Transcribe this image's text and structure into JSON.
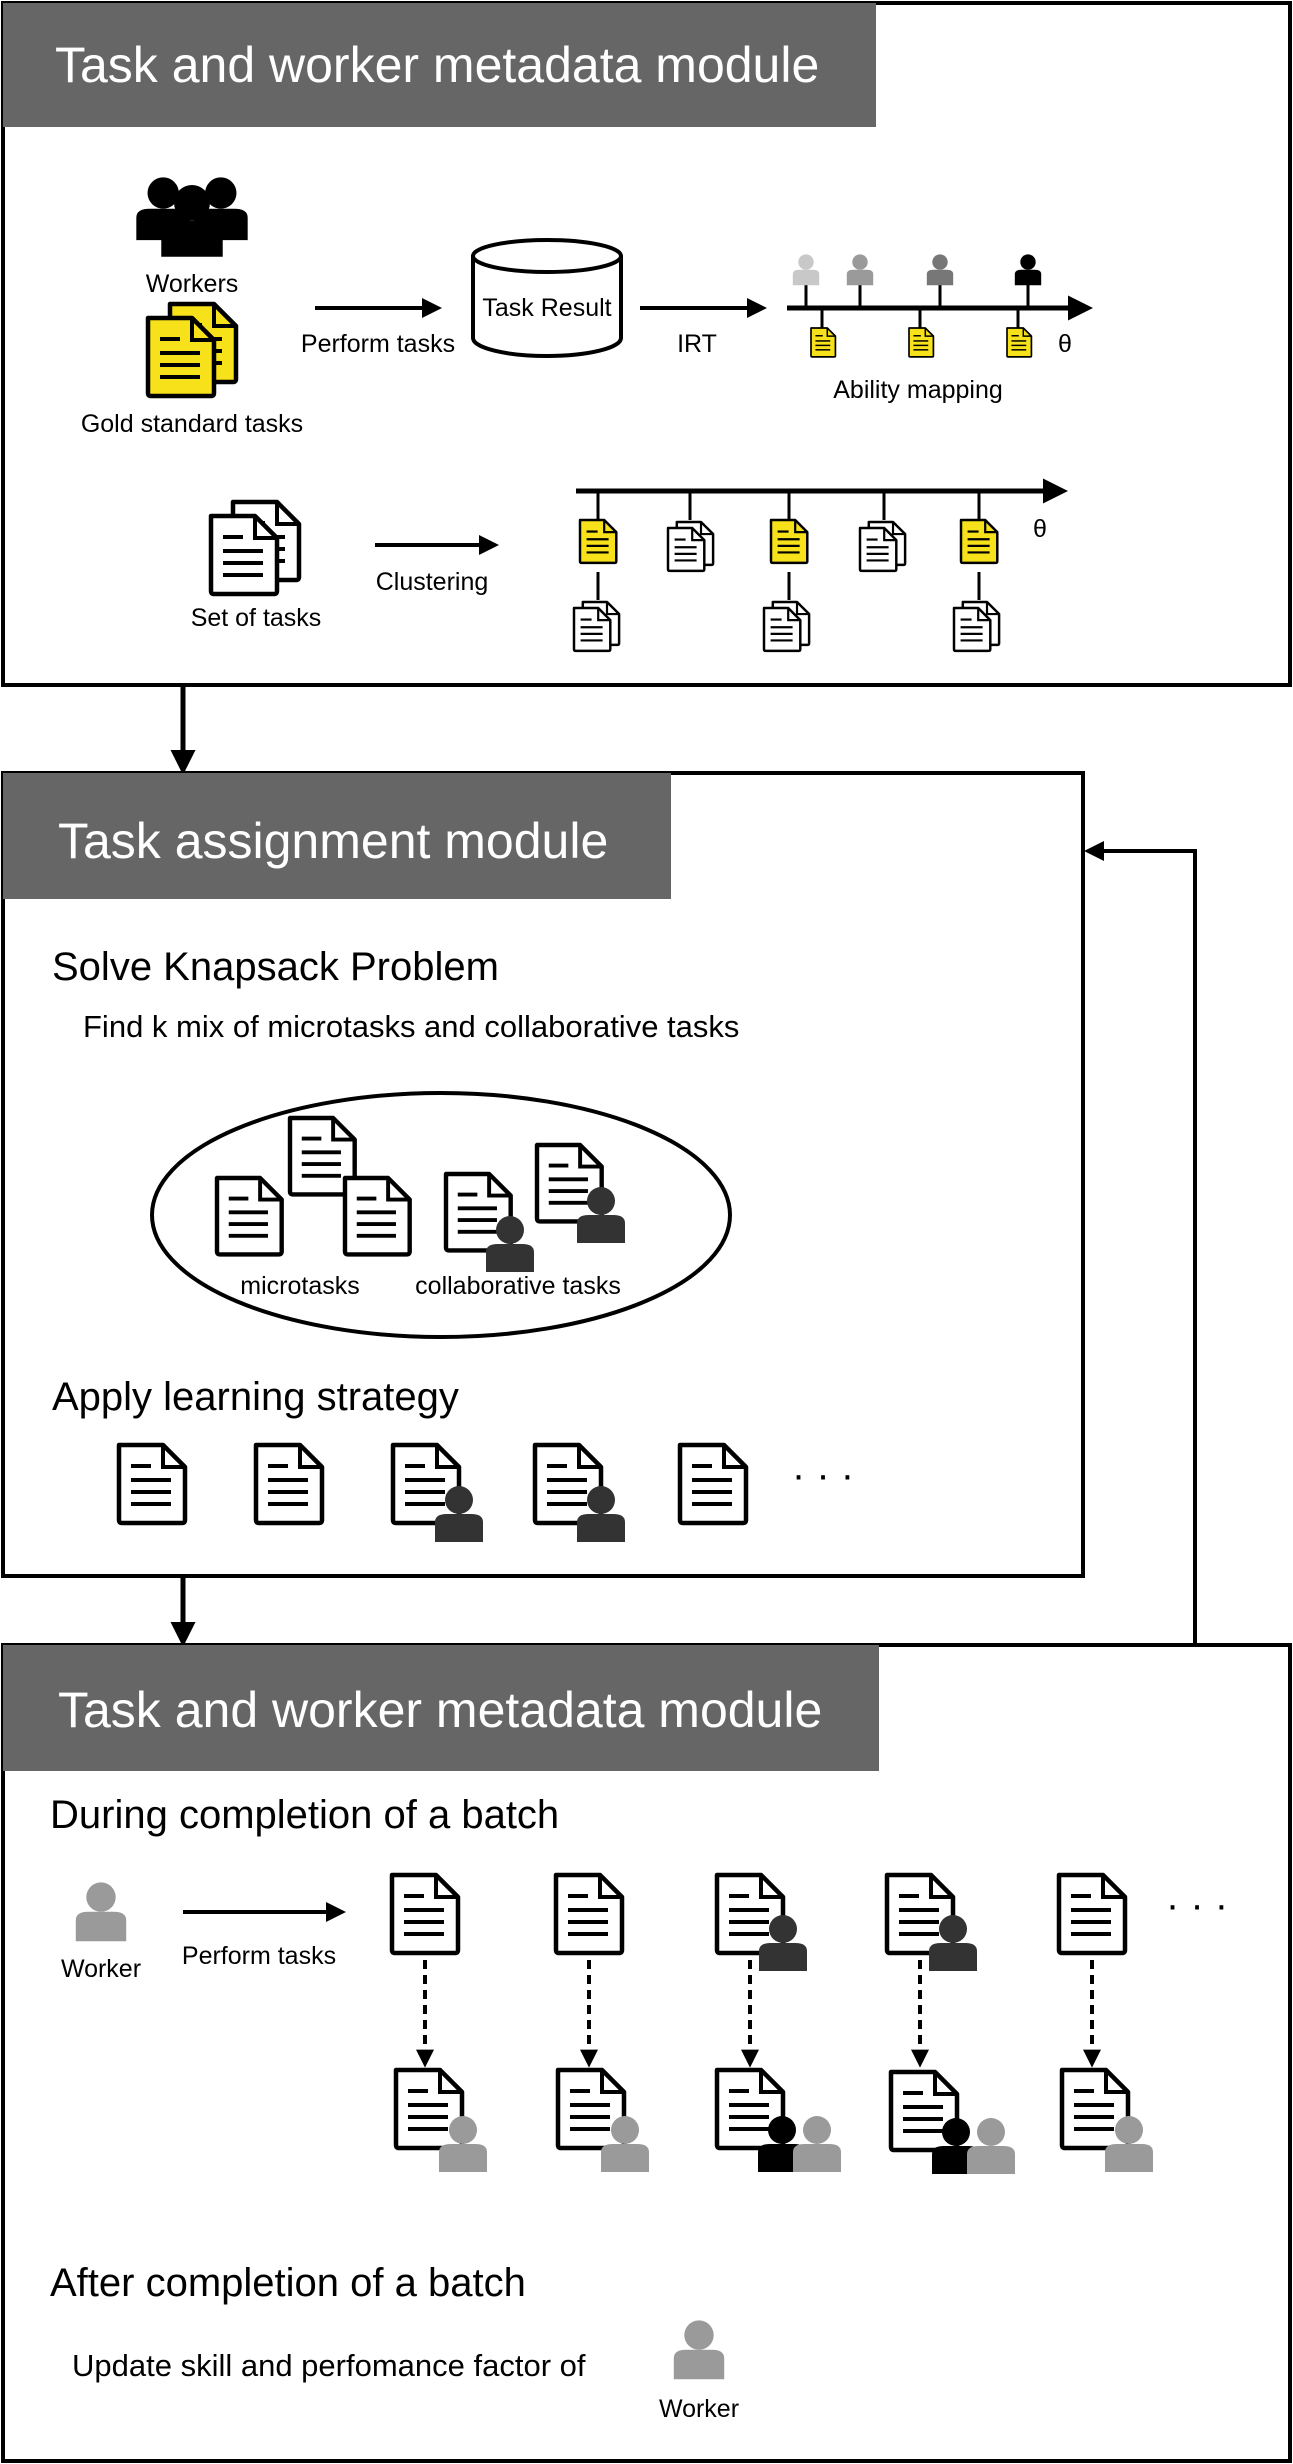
{
  "module1": {
    "title": "Task and worker metadata module",
    "workers_label": "Workers",
    "gold_label": "Gold standard tasks",
    "perform_label": "Perform tasks",
    "task_result_label": "Task Result",
    "irt_label": "IRT",
    "theta_label": "θ",
    "ability_label": "Ability mapping",
    "set_label": "Set of tasks",
    "clustering_label": "Clustering",
    "theta2_label": "θ"
  },
  "module2": {
    "title": "Task assignment module",
    "knapsack_heading": "Solve Knapsack Problem",
    "knapsack_desc": "Find k mix of microtasks and collaborative tasks",
    "microtasks_label": "microtasks",
    "collab_label": "collaborative tasks",
    "strategy_heading": "Apply learning strategy",
    "ellipsis": "· · ·"
  },
  "module3": {
    "title": "Task and worker metadata module",
    "during_heading": "During completion of a batch",
    "worker_label": "Worker",
    "perform_label": "Perform tasks",
    "ellipsis": "· · ·",
    "after_heading": "After completion of a batch",
    "update_text": "Update skill and perfomance factor of",
    "worker_label2": "Worker"
  },
  "colors": {
    "header_bg": "#666666",
    "gold_yellow": "#f7e11a",
    "worker_gray": "#9a9a9a",
    "worker_dark": "#333333",
    "worker_light": "#c8c8c8",
    "worker_mid": "#777777"
  }
}
